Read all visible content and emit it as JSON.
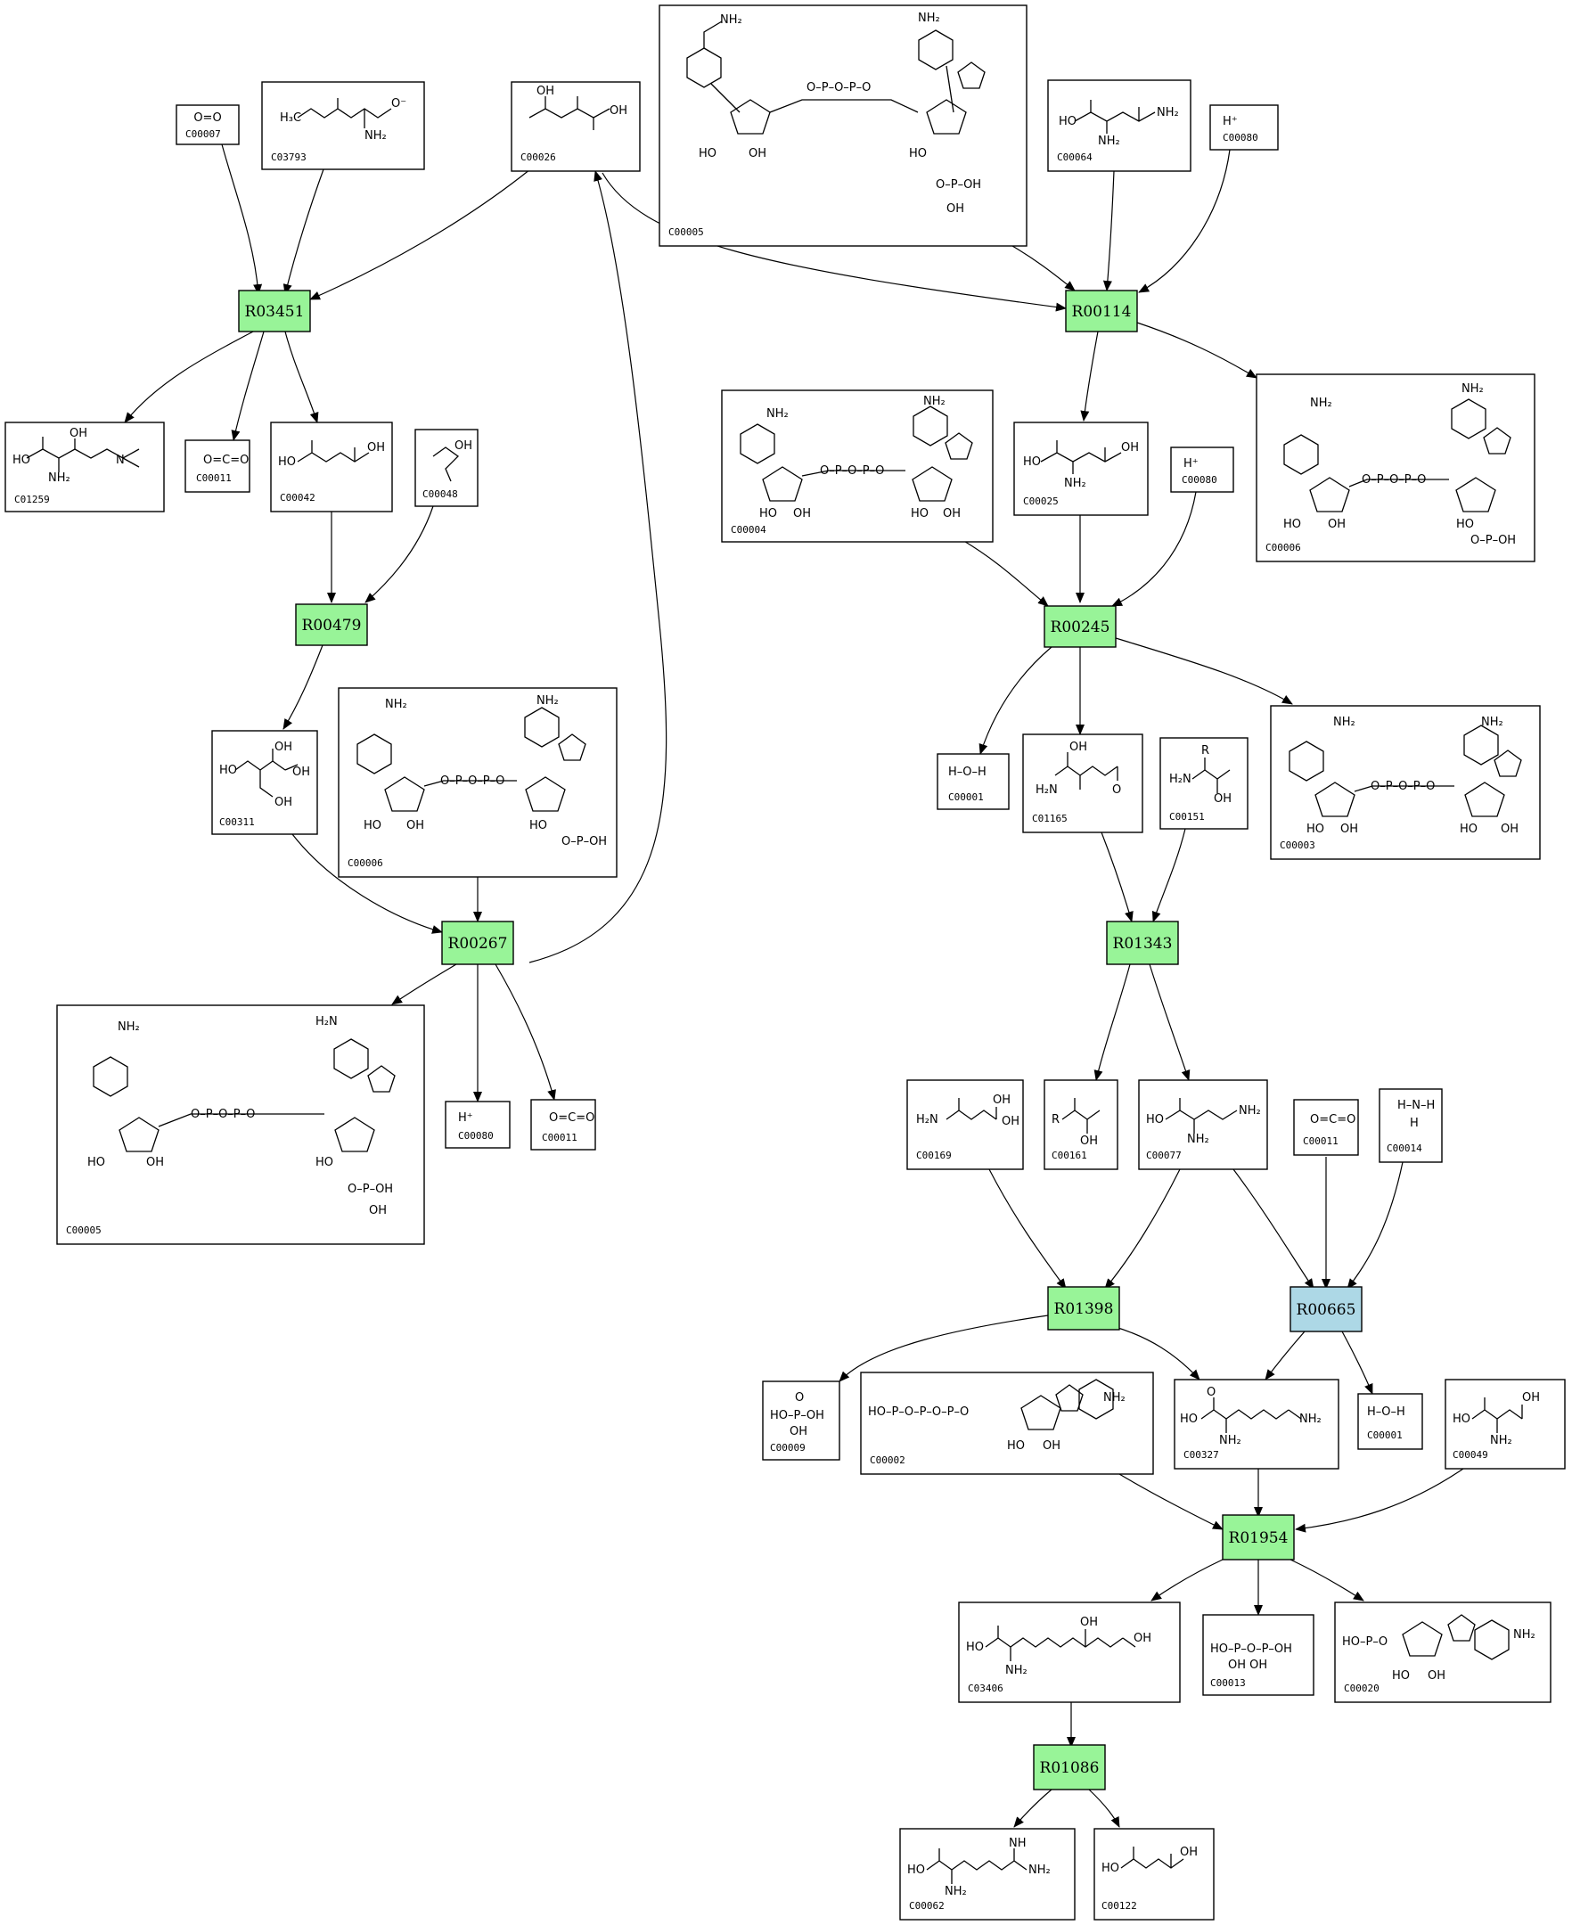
{
  "reactions": [
    {
      "id": "R03451",
      "color": "#98f498"
    },
    {
      "id": "R00114",
      "color": "#98f498"
    },
    {
      "id": "R00479",
      "color": "#98f498"
    },
    {
      "id": "R00245",
      "color": "#98f498"
    },
    {
      "id": "R00267",
      "color": "#98f498"
    },
    {
      "id": "R01343",
      "color": "#98f498"
    },
    {
      "id": "R01398",
      "color": "#98f498"
    },
    {
      "id": "R00665",
      "color": "#add8e6"
    },
    {
      "id": "R01954",
      "color": "#98f498"
    },
    {
      "id": "R01086",
      "color": "#98f498"
    }
  ],
  "compounds": [
    {
      "id": "C00007",
      "formula": "O=O"
    },
    {
      "id": "C03793"
    },
    {
      "id": "C00026"
    },
    {
      "id": "C00005"
    },
    {
      "id": "C00064"
    },
    {
      "id": "C00080",
      "formula": "H⁺"
    },
    {
      "id": "C01259"
    },
    {
      "id": "C00011"
    },
    {
      "id": "C00042"
    },
    {
      "id": "C00048"
    },
    {
      "id": "C00004"
    },
    {
      "id": "C00025"
    },
    {
      "id": "C00080",
      "formula": "H⁺"
    },
    {
      "id": "C00006"
    },
    {
      "id": "C00311"
    },
    {
      "id": "C00006"
    },
    {
      "id": "C00001"
    },
    {
      "id": "C01165"
    },
    {
      "id": "C00151"
    },
    {
      "id": "C00003"
    },
    {
      "id": "C00005"
    },
    {
      "id": "C00080",
      "formula": "H⁺"
    },
    {
      "id": "C00011"
    },
    {
      "id": "C00169"
    },
    {
      "id": "C00161"
    },
    {
      "id": "C00077"
    },
    {
      "id": "C00011"
    },
    {
      "id": "C00014"
    },
    {
      "id": "C00009"
    },
    {
      "id": "C00002"
    },
    {
      "id": "C00327"
    },
    {
      "id": "C00001"
    },
    {
      "id": "C00049"
    },
    {
      "id": "C03406"
    },
    {
      "id": "C00013"
    },
    {
      "id": "C00020"
    },
    {
      "id": "C00062"
    },
    {
      "id": "C00122"
    }
  ]
}
